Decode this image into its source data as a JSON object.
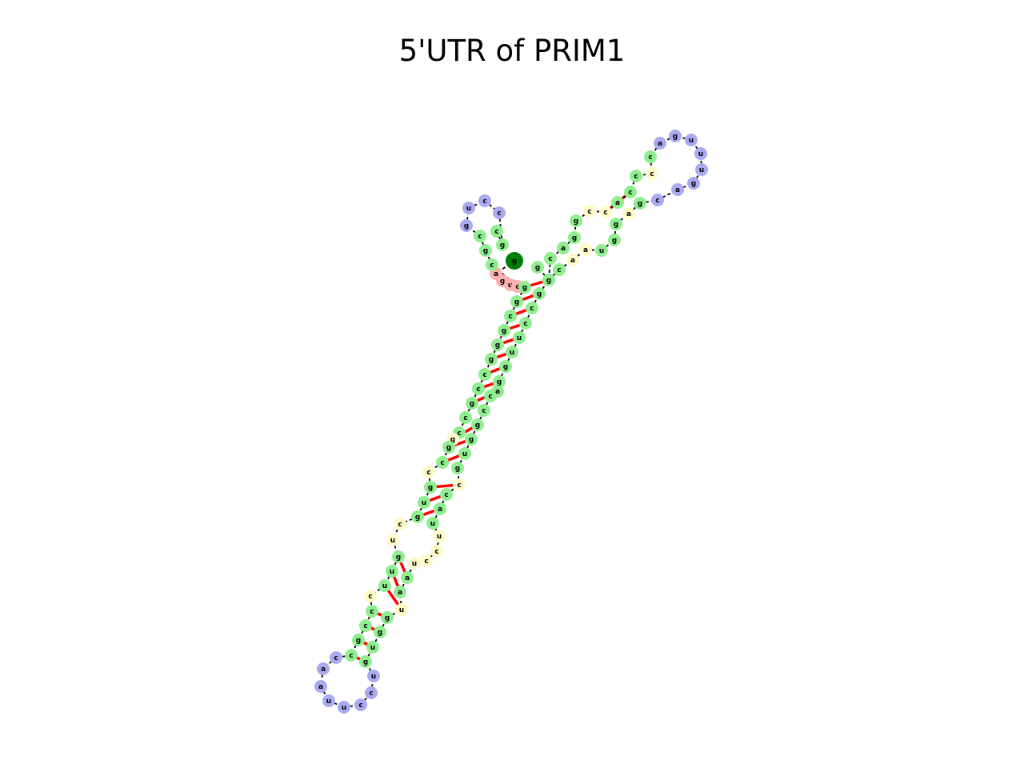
{
  "title": "5'UTR of PRIM1",
  "colors": {
    "stem": "#90ee90",
    "internal_loop": "#fffac8",
    "hairpin_loop": "#aaaaf0",
    "unpaired_5prime": "#ffb0b0",
    "start": "#008000",
    "end": "#ff0000",
    "pair_line": "#ff0000",
    "backbone": "#000000"
  },
  "nucleotides": [
    {
      "base": "g",
      "kind": "start"
    },
    {
      "base": "a",
      "kind": "unpaired_5prime"
    },
    {
      "base": "g",
      "kind": "unpaired_5prime"
    },
    {
      "base": "u",
      "kind": "unpaired_5prime"
    },
    {
      "base": "c",
      "kind": "unpaired_5prime"
    },
    {
      "base": "c",
      "kind": "stem"
    },
    {
      "base": "g",
      "kind": "stem"
    },
    {
      "base": "c",
      "kind": "stem"
    },
    {
      "base": "g",
      "kind": "hairpin_loop"
    },
    {
      "base": "u",
      "kind": "hairpin_loop"
    },
    {
      "base": "c",
      "kind": "hairpin_loop"
    },
    {
      "base": "c",
      "kind": "hairpin_loop"
    },
    {
      "base": "g",
      "kind": "stem"
    },
    {
      "base": "c",
      "kind": "stem"
    },
    {
      "base": "g",
      "kind": "stem"
    },
    {
      "base": "g",
      "kind": "stem"
    },
    {
      "base": "c",
      "kind": "stem"
    },
    {
      "base": "g",
      "kind": "stem"
    },
    {
      "base": "g",
      "kind": "stem"
    },
    {
      "base": "g",
      "kind": "stem"
    },
    {
      "base": "c",
      "kind": "stem"
    },
    {
      "base": "c",
      "kind": "stem"
    },
    {
      "base": "g",
      "kind": "stem"
    },
    {
      "base": "c",
      "kind": "stem"
    },
    {
      "base": "c",
      "kind": "stem"
    },
    {
      "base": "g",
      "kind": "internal_loop"
    },
    {
      "base": "g",
      "kind": "stem"
    },
    {
      "base": "c",
      "kind": "stem"
    },
    {
      "base": "c",
      "kind": "internal_loop"
    },
    {
      "base": "g",
      "kind": "stem"
    },
    {
      "base": "u",
      "kind": "stem"
    },
    {
      "base": "g",
      "kind": "stem"
    },
    {
      "base": "c",
      "kind": "internal_loop"
    },
    {
      "base": "u",
      "kind": "internal_loop"
    },
    {
      "base": "g",
      "kind": "stem"
    },
    {
      "base": "u",
      "kind": "stem"
    },
    {
      "base": "u",
      "kind": "stem"
    },
    {
      "base": "c",
      "kind": "internal_loop"
    },
    {
      "base": "c",
      "kind": "stem"
    },
    {
      "base": "c",
      "kind": "stem"
    },
    {
      "base": "g",
      "kind": "stem"
    },
    {
      "base": "c",
      "kind": "stem"
    },
    {
      "base": "c",
      "kind": "hairpin_loop"
    },
    {
      "base": "a",
      "kind": "hairpin_loop"
    },
    {
      "base": "a",
      "kind": "hairpin_loop"
    },
    {
      "base": "u",
      "kind": "hairpin_loop"
    },
    {
      "base": "u",
      "kind": "hairpin_loop"
    },
    {
      "base": "c",
      "kind": "hairpin_loop"
    },
    {
      "base": "c",
      "kind": "hairpin_loop"
    },
    {
      "base": "u",
      "kind": "hairpin_loop"
    },
    {
      "base": "g",
      "kind": "stem"
    },
    {
      "base": "u",
      "kind": "stem"
    },
    {
      "base": "g",
      "kind": "stem"
    },
    {
      "base": "g",
      "kind": "stem"
    },
    {
      "base": "u",
      "kind": "internal_loop"
    },
    {
      "base": "a",
      "kind": "stem"
    },
    {
      "base": "a",
      "kind": "stem"
    },
    {
      "base": "u",
      "kind": "internal_loop"
    },
    {
      "base": "c",
      "kind": "internal_loop"
    },
    {
      "base": "c",
      "kind": "internal_loop"
    },
    {
      "base": "u",
      "kind": "internal_loop"
    },
    {
      "base": "u",
      "kind": "stem"
    },
    {
      "base": "a",
      "kind": "stem"
    },
    {
      "base": "c",
      "kind": "stem"
    },
    {
      "base": "c",
      "kind": "internal_loop"
    },
    {
      "base": "g",
      "kind": "stem"
    },
    {
      "base": "u",
      "kind": "stem"
    },
    {
      "base": "g",
      "kind": "stem"
    },
    {
      "base": "g",
      "kind": "stem"
    },
    {
      "base": "c",
      "kind": "stem"
    },
    {
      "base": "c",
      "kind": "stem"
    },
    {
      "base": "a",
      "kind": "stem"
    },
    {
      "base": "g",
      "kind": "stem"
    },
    {
      "base": "g",
      "kind": "stem"
    },
    {
      "base": "u",
      "kind": "stem"
    },
    {
      "base": "u",
      "kind": "stem"
    },
    {
      "base": "c",
      "kind": "stem"
    },
    {
      "base": "c",
      "kind": "stem"
    },
    {
      "base": "g",
      "kind": "stem"
    },
    {
      "base": "g",
      "kind": "stem"
    },
    {
      "base": "c",
      "kind": "stem"
    },
    {
      "base": "a",
      "kind": "internal_loop"
    },
    {
      "base": "a",
      "kind": "internal_loop"
    },
    {
      "base": "u",
      "kind": "stem"
    },
    {
      "base": "g",
      "kind": "stem"
    },
    {
      "base": "g",
      "kind": "stem"
    },
    {
      "base": "a",
      "kind": "internal_loop"
    },
    {
      "base": "g",
      "kind": "stem"
    },
    {
      "base": "c",
      "kind": "hairpin_loop"
    },
    {
      "base": "a",
      "kind": "hairpin_loop"
    },
    {
      "base": "g",
      "kind": "hairpin_loop"
    },
    {
      "base": "u",
      "kind": "hairpin_loop"
    },
    {
      "base": "u",
      "kind": "hairpin_loop"
    },
    {
      "base": "u",
      "kind": "hairpin_loop"
    },
    {
      "base": "g",
      "kind": "hairpin_loop"
    },
    {
      "base": "a",
      "kind": "hairpin_loop"
    },
    {
      "base": "c",
      "kind": "stem"
    },
    {
      "base": "c",
      "kind": "internal_loop"
    },
    {
      "base": "c",
      "kind": "stem"
    },
    {
      "base": "c",
      "kind": "stem"
    },
    {
      "base": "a",
      "kind": "stem"
    },
    {
      "base": "c",
      "kind": "internal_loop"
    },
    {
      "base": "c",
      "kind": "internal_loop"
    },
    {
      "base": "g",
      "kind": "stem"
    },
    {
      "base": "g",
      "kind": "stem"
    },
    {
      "base": "a",
      "kind": "stem"
    },
    {
      "base": "c",
      "kind": "stem"
    },
    {
      "base": "g",
      "kind": "stem"
    },
    {
      "base": "g",
      "kind": "stem"
    },
    {
      "base": "c",
      "kind": "end"
    }
  ]
}
